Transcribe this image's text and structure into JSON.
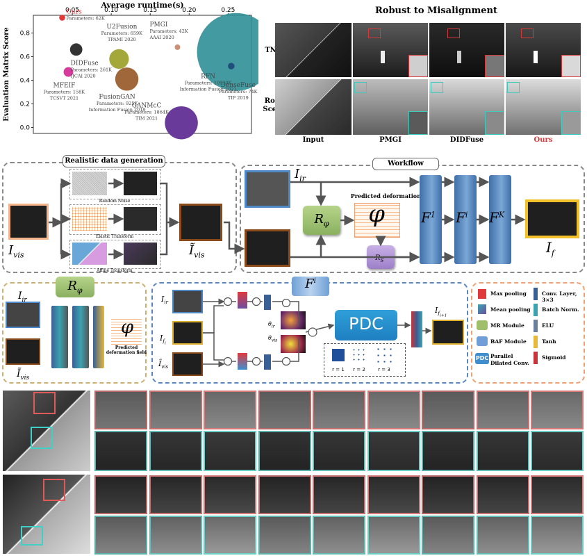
{
  "chart_data": {
    "type": "scatter",
    "xlabel": "Average runtime(s)",
    "ylabel": "Evaluation Matrix Score",
    "xticks": [
      "0.05",
      "0.10",
      "0.15",
      "0.20",
      "0.25"
    ],
    "yticks": [
      "0.0",
      "0.2",
      "0.4",
      "0.6",
      "0.8"
    ],
    "xlim": [
      0.0,
      0.28
    ],
    "ylim": [
      -0.05,
      0.95
    ],
    "points": [
      {
        "name": "Ours",
        "x": 0.037,
        "y": 0.93,
        "params_k": 62,
        "color": "#e0393b",
        "lines": [
          "Ours",
          "Parameters: 62K"
        ]
      },
      {
        "name": "DIDFuse",
        "x": 0.055,
        "y": 0.66,
        "params_k": 261,
        "color": "#333333",
        "lines": [
          "DIDFuse",
          "Parameters: 261K",
          "IJCAI 2020"
        ]
      },
      {
        "name": "U2Fusion",
        "x": 0.11,
        "y": 0.58,
        "params_k": 659,
        "color": "#a4a83a",
        "lines": [
          "U2Fusion",
          "Parameters: 659K",
          "TPAMI 2020"
        ]
      },
      {
        "name": "MFEIF",
        "x": 0.045,
        "y": 0.47,
        "params_k": 158,
        "color": "#d63a9a",
        "lines": [
          "MFEIF",
          "Parameters: 158K",
          "TCSVT 2021"
        ]
      },
      {
        "name": "FusionGAN",
        "x": 0.12,
        "y": 0.41,
        "params_k": 925,
        "color": "#a0673a",
        "lines": [
          "FusionGAN",
          "Parameters: 925K",
          "Information Fusion 2019"
        ]
      },
      {
        "name": "PMGI",
        "x": 0.185,
        "y": 0.68,
        "params_k": 42,
        "color": "#c9917a",
        "lines": [
          "PMGI",
          "Parameters: 42K",
          "AAAI 2020"
        ]
      },
      {
        "name": "RFN",
        "x": 0.26,
        "y": 0.64,
        "params_k": 10930,
        "color": "#2f8f96",
        "lines": [
          "RFN",
          "Parameters: 10930K",
          "Information Fusion 2021"
        ]
      },
      {
        "name": "DenseFuse",
        "x": 0.254,
        "y": 0.52,
        "params_k": 74,
        "color": "#1f4f7a",
        "lines": [
          "DenseFuse",
          "Parameters: 74K",
          "TIP 2019"
        ]
      },
      {
        "name": "GANMcC",
        "x": 0.19,
        "y": 0.04,
        "params_k": 1864,
        "color": "#6a3a9a",
        "lines": [
          "GANMcC",
          "Parameters: 1864K",
          "TIM 2021"
        ]
      }
    ]
  },
  "misalignment": {
    "title": "Robust to Misalignment",
    "row_labels": [
      "TNO",
      "Road Scene"
    ],
    "col_labels": [
      "Input",
      "PMGI",
      "DIDFuse",
      "Ours"
    ],
    "highlight_color": "#d7393b"
  },
  "pipeline": {
    "data_gen_title": "Realistic data generation",
    "workflow_title": "Workflow",
    "transforms": [
      "Random Noise",
      "Elastic Transform",
      "Affine Transform"
    ],
    "predicted_field_label": "Predicted deformation field",
    "predicted_field_label_small_line1": "Predicted",
    "predicted_field_label_small_line2": "deformation field",
    "symbols": {
      "I_vis": "I_vis",
      "I_vis_tilde": "Ĩ_vis",
      "I_ir": "I_ir",
      "I_f": "I_f",
      "R_phi": "R_φ",
      "R_S": "R_S",
      "phi": "φ",
      "F1": "F¹",
      "Fi": "Fⁱ",
      "FK": "Fᴷ",
      "I_fi": "I_fi",
      "I_fi1": "I_fi+1",
      "theta_ir": "θ_ir",
      "theta_vis": "θ_vis",
      "PDC": "PDC",
      "r1": "r = 1",
      "r2": "r = 2",
      "r3": "r = 3"
    }
  },
  "legend": {
    "items": [
      {
        "label": "Max pooling",
        "color": "#e0393b"
      },
      {
        "label": "Mean pooling",
        "color": "#6b4fa0"
      },
      {
        "label": "MR Module",
        "color": "#9fbf6a"
      },
      {
        "label": "BAF Module",
        "color": "#6f9fd6"
      },
      {
        "label": "Parallel Dilated Conv.",
        "color": "#3f8fd0"
      },
      {
        "label": "Conv. Layer, 3×3",
        "color": "#3a5f95"
      },
      {
        "label": "Batch Norm.",
        "color": "#3aa3b0"
      },
      {
        "label": "ELU",
        "color": "#6a7fa0"
      },
      {
        "label": "Tanh",
        "color": "#e8b83a"
      },
      {
        "label": "Sigmoid",
        "color": "#c9333a"
      }
    ]
  }
}
